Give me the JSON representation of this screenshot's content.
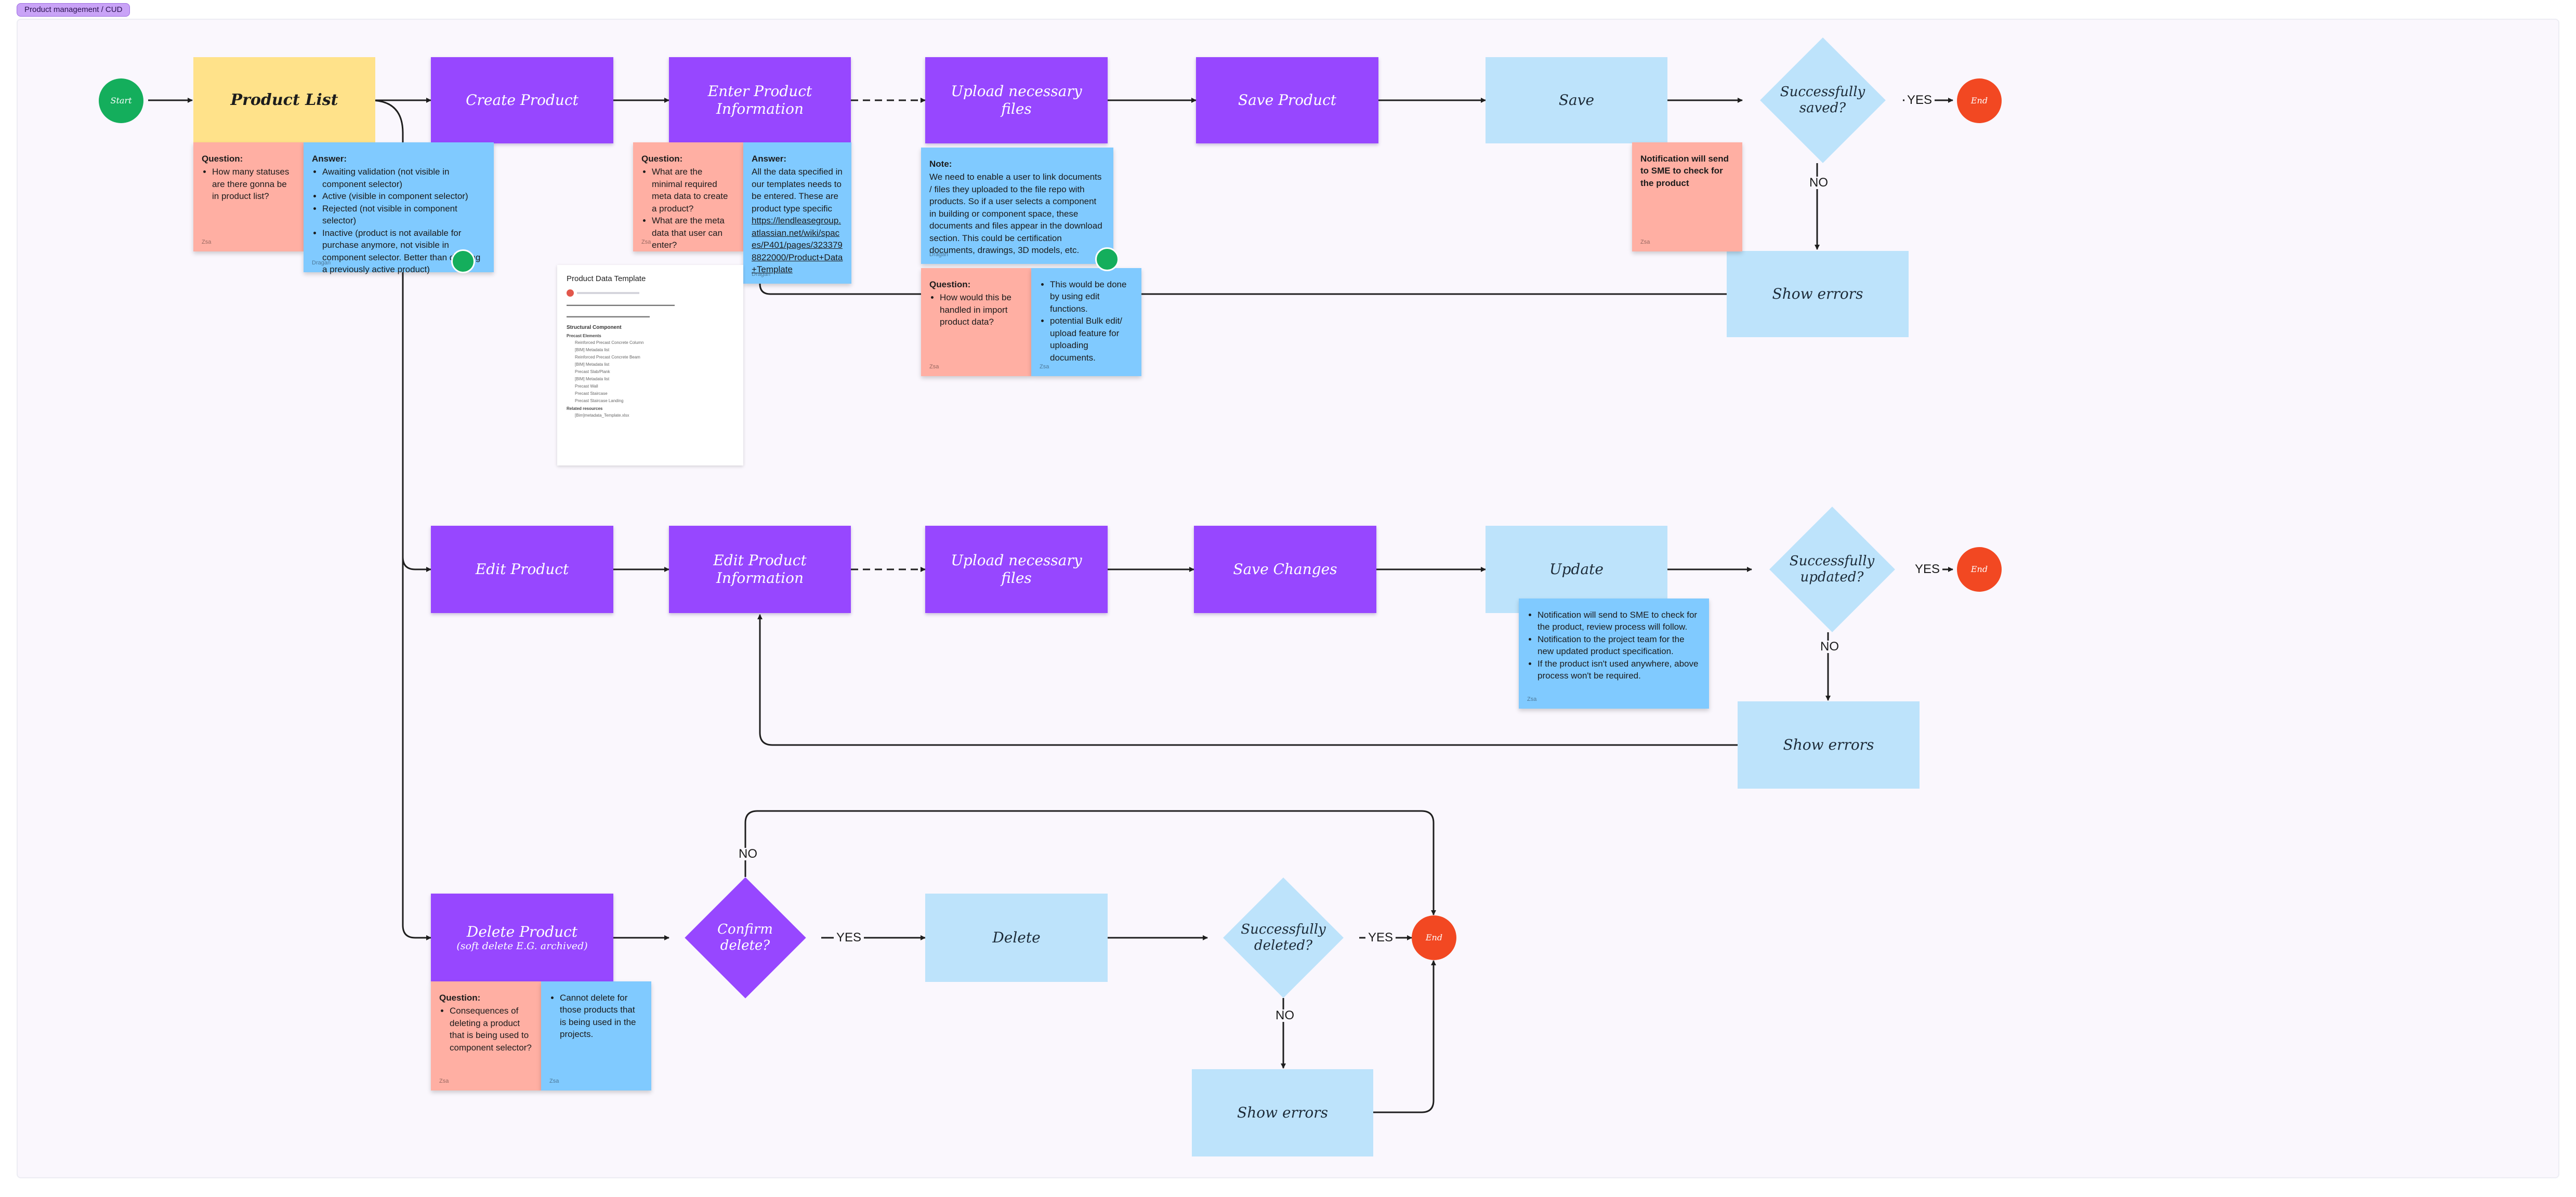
{
  "breadcrumb": "Product management / CUD",
  "colors": {
    "purple_node": "#9747ff",
    "light_blue_node": "#bde3fb",
    "yellow_node": "#ffe28a",
    "start_green": "#14ae5c",
    "end_red": "#f24822",
    "sticky_pink": "#ffafa3",
    "sticky_blue": "#80caff"
  },
  "nodes": {
    "start": "Start",
    "product_list": "Product List",
    "create_product": "Create Product",
    "enter_product_info": "Enter Product Information",
    "upload_files_create": "Upload necessary files",
    "save_product": "Save Product",
    "save": "Save",
    "saved_decision": "Successfully saved?",
    "end_create": "End",
    "show_errors_create": "Show errors",
    "edit_product": "Edit Product",
    "edit_product_info": "Edit Product Information",
    "upload_files_edit": "Upload necessary files",
    "save_changes": "Save Changes",
    "update": "Update",
    "updated_decision": "Successfully updated?",
    "end_edit": "End",
    "show_errors_edit": "Show errors",
    "delete_product": "Delete Product",
    "delete_product_sub": "(soft delete E.G. archived)",
    "confirm_delete_decision": "Confirm delete?",
    "delete": "Delete",
    "deleted_decision": "Successfully deleted?",
    "end_delete": "End",
    "show_errors_delete": "Show errors"
  },
  "edge_labels": {
    "yes_saved": "YES",
    "no_saved": "NO",
    "yes_updated": "YES",
    "no_updated": "NO",
    "no_confirm": "NO",
    "yes_confirm": "YES",
    "yes_deleted": "YES",
    "no_deleted": "NO"
  },
  "stickies": {
    "statuses_question": {
      "title": "Question:",
      "items": [
        "How many statuses are there gonna be in product list?"
      ],
      "author": "Zsa"
    },
    "statuses_answer": {
      "title": "Answer:",
      "items": [
        "Awaiting validation (not visible in component selector)",
        "Active (visible in component selector)",
        "Rejected (not visible in component selector)",
        "Inactive (product is not available for purchase anymore, not visible in component selector. Better than deleting a previously active product)"
      ],
      "author": "Dragan"
    },
    "meta_question": {
      "title": "Question:",
      "items": [
        "What are the minimal required meta data to create a product?",
        "What are the meta data that user can enter?"
      ],
      "author": "Zsa"
    },
    "meta_answer": {
      "title": "Answer:",
      "text": "All the data specified in our templates needs to be entered. These are product type specific",
      "link": "https://lendleasegroup.atlassian.net/wiki/spaces/P401/pages/3233798822000/Product+Data+Template",
      "author": "Dragan"
    },
    "files_note": {
      "title": "Note:",
      "text": "We need to enable a user to link documents / files they uploaded to the file repo with products. So if a user selects a component in building or component space, these documents and files appear in the download section. This could be certification documents, drawings, 3D models, etc.",
      "author": "Dragan"
    },
    "import_question": {
      "title": "Question:",
      "items": [
        "How would this be handled in import product data?"
      ],
      "author": "Zsa"
    },
    "import_answer": {
      "items": [
        "This would be done by using edit functions.",
        "potential Bulk edit/ upload feature for uploading documents."
      ],
      "author": "Zsa"
    },
    "save_notification": {
      "text": "Notification will send to SME to check for the product",
      "author": "Zsa"
    },
    "update_notes": {
      "items": [
        "Notification will send to SME to check for the product, review process will follow.",
        "Notification to the project team for the new updated product specification.",
        "If the product isn't used anywhere, above process won't be required."
      ],
      "author": "Zsa"
    },
    "delete_question": {
      "title": "Question:",
      "items": [
        "Consequences of deleting a product that is being used to component selector?"
      ],
      "author": "Zsa"
    },
    "delete_answer": {
      "items": [
        "Cannot delete for those products that is being used in the projects."
      ],
      "author": "Zsa"
    }
  },
  "product_data_doc": {
    "title": "Product Data Template",
    "headings": [
      "Structural Component",
      "Precast Elements",
      "Related resources"
    ],
    "items": [
      "Reinforced Precast Concrete Column",
      "[BIM] Metadata list",
      "Reinforced Precast Concrete Beam",
      "[BIM] Metadata list",
      "Precast Slab/Plank",
      "[BIM] Metadata list",
      "Precast Wall",
      "Precast Staircase",
      "Precast Staircase Landing",
      "[Bim]metadata_Template.xlsx"
    ]
  }
}
